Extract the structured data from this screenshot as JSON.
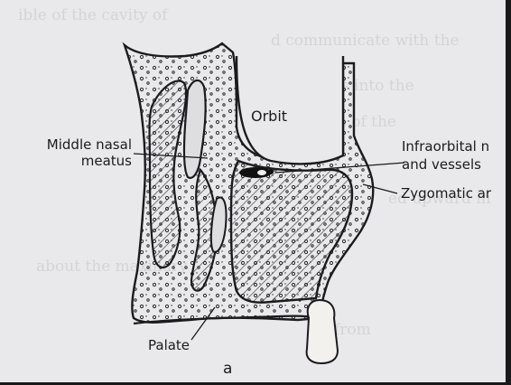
{
  "figure": {
    "panel_letter": "a",
    "labels": {
      "orbit": "Orbit",
      "middle_nasal_line1": "Middle nasal",
      "middle_nasal_line2": "meatus",
      "infraorbital_line1": "Infraorbital n",
      "infraorbital_line2": "and vessels",
      "zygomatic": "Zygomatic ar",
      "palate": "Palate"
    }
  },
  "colors": {
    "paper": "#e9e8ea",
    "ink": "#1b1b1f",
    "hatch": "#3a3a40",
    "bone_fill": "#dedde0",
    "tooth": "#f3f1ee",
    "frame": "#1a1a1a"
  }
}
